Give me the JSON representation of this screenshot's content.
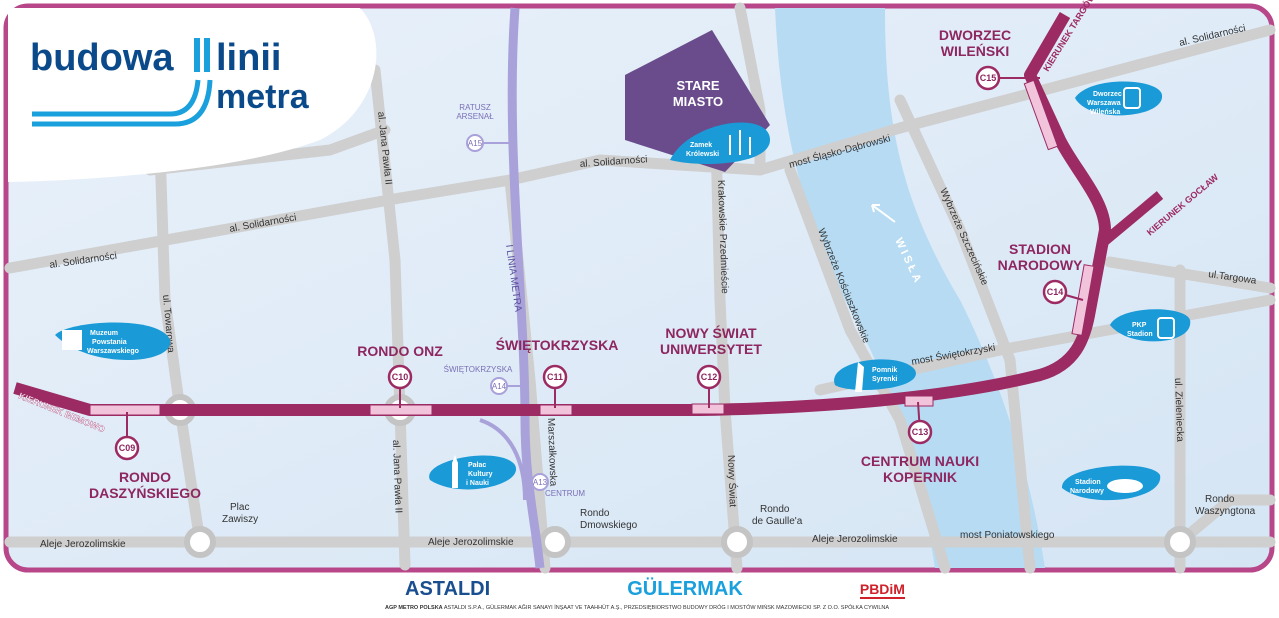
{
  "logo": {
    "word1": "budowa",
    "word2": "linii",
    "word3": "metra",
    "numeral": "II"
  },
  "line1_label": "I LINIA METRA",
  "river": "WISŁA",
  "directions": {
    "bemowo": "KIERUNEK BEMOWO",
    "targowek": "KIERUNEK TARGÓWEK",
    "goclaw": "KIERUNEK GOCŁAW"
  },
  "stations_line2": [
    {
      "code": "C09",
      "name1": "RONDO",
      "name2": "DASZYŃSKIEGO"
    },
    {
      "code": "C10",
      "name1": "RONDO ONZ",
      "name2": ""
    },
    {
      "code": "C11",
      "name1": "ŚWIĘTOKRZYSKA",
      "name2": ""
    },
    {
      "code": "C12",
      "name1": "NOWY ŚWIAT",
      "name2": "UNIWERSYTET"
    },
    {
      "code": "C13",
      "name1": "CENTRUM NAUKI",
      "name2": "KOPERNIK"
    },
    {
      "code": "C14",
      "name1": "STADION",
      "name2": "NARODOWY"
    },
    {
      "code": "C15",
      "name1": "DWORZEC",
      "name2": "WILEŃSKI"
    }
  ],
  "stations_line1": [
    {
      "code": "A15",
      "name1": "RATUSZ",
      "name2": "ARSENAŁ"
    },
    {
      "code": "A14",
      "name1": "ŚWIĘTOKRZYSKA"
    },
    {
      "code": "A13",
      "name1": "CENTRUM"
    }
  ],
  "district": {
    "line1": "STARE",
    "line2": "MIASTO"
  },
  "landmarks": {
    "zamek": [
      "Zamek",
      "Królewski"
    ],
    "muzeum": [
      "Muzeum",
      "Powstania",
      "Warszawskiego"
    ],
    "palac": [
      "Pałac",
      "Kultury",
      "i Nauki"
    ],
    "syrenka": [
      "Pomnik",
      "Syrenki"
    ],
    "wilenska": [
      "Dworzec",
      "Warszawa",
      "Wileńska"
    ],
    "pkp": [
      "PKP",
      "Stadion"
    ],
    "stadion": [
      "Stadion",
      "Narodowy"
    ]
  },
  "streets": {
    "sol1": "al. Solidarności",
    "sol2": "al. Solidarności",
    "sol3": "al. Solidarności",
    "sol4": "al. Solidarności",
    "towarowa": "ul. Towarowa",
    "jp1": "al. Jana Pawła II",
    "jp2": "al. Jana Pawła II",
    "marsz": "Marszałkowska",
    "krak": "Krakowskie Przedmieście",
    "nowy": "Nowy Świat",
    "wkos": "Wybrzeże Kościuszkowskie",
    "wszcz": "Wybrzeże Szczecińskie",
    "mostsd": "most Śląsko-Dąbrowski",
    "mostsw": "most Świętokrzyski",
    "targowa": "ul.Targowa",
    "ziel": "ul. Zieleniecka",
    "aj1": "Aleje Jerozolimskie",
    "aj2": "Aleje Jerozolimskie",
    "aj3": "Aleje Jerozolimskie",
    "mostp": "most Poniatowskiego",
    "zawiszy1": "Plac",
    "zawiszy2": "Zawiszy",
    "dmow1": "Rondo",
    "dmow2": "Dmowskiego",
    "gaulle1": "Rondo",
    "gaulle2": "de Gaulle'a",
    "wasz1": "Rondo",
    "wasz2": "Waszyngtona"
  },
  "footer": {
    "sponsors": [
      "ASTALDI",
      "GÜLERMAK",
      "PBDiM"
    ],
    "consortium_bold": "AGP METRO POLSKA",
    "consortium": "ASTALDI S.P.A., GÜLERMAK AĞIR SANAYI İNŞAAT VE TAAHHÜT A.Ş., PRZEDSIĘBIORSTWO BUDOWY DRÓG I MOSTÓW MIŃSK MAZOWIECKI SP. Z O.O. SPÓŁKA CYWILNA"
  },
  "colors": {
    "line2": "#9c2a63",
    "line1": "#a9a1d9",
    "frame": "#b8478a",
    "river": "#b7dbf3",
    "logo_blue": "#0b4a8a",
    "logo_light": "#1aa0dc"
  }
}
